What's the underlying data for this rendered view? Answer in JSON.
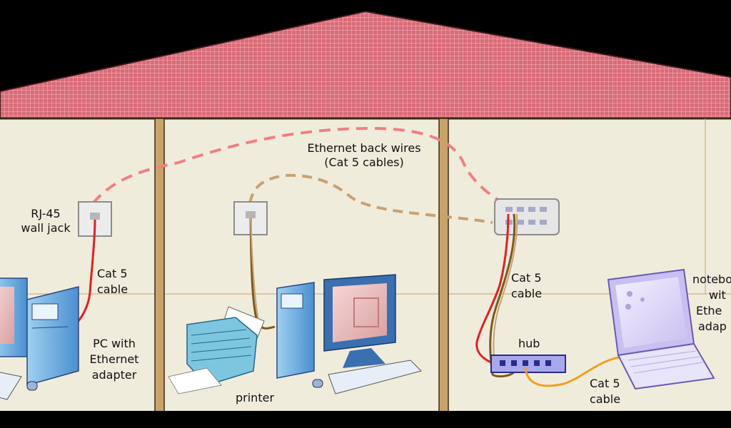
{
  "labels": {
    "ethernet_back_wires": "Ethernet back wires",
    "cat5_cables": "(Cat 5 cables)",
    "rj45": "RJ-45",
    "wall_jack": "wall jack",
    "cat5_left_1": "Cat 5",
    "cat5_left_2": "cable",
    "pc_1": "PC with",
    "pc_2": "Ethernet",
    "pc_3": "adapter",
    "printer": "printer",
    "cat5_right_1": "Cat 5",
    "cat5_right_2": "cable",
    "hub": "hub",
    "cat5_hub_1": "Cat 5",
    "cat5_hub_2": "cable",
    "notebook_1": "notebo",
    "notebook_2": "wit",
    "notebook_3": "Ethe",
    "notebook_4": "adap"
  },
  "colors": {
    "roof": "#d96b78",
    "wall": "#f0ecdc",
    "beam": "#c8a46b",
    "red_cable": "#e02020",
    "dashed_red": "#f08080",
    "tan_cable": "#c9a170",
    "brown_cable": "#7a5a1e",
    "orange_cable": "#f0a020",
    "hub": "#8a8ae0"
  }
}
